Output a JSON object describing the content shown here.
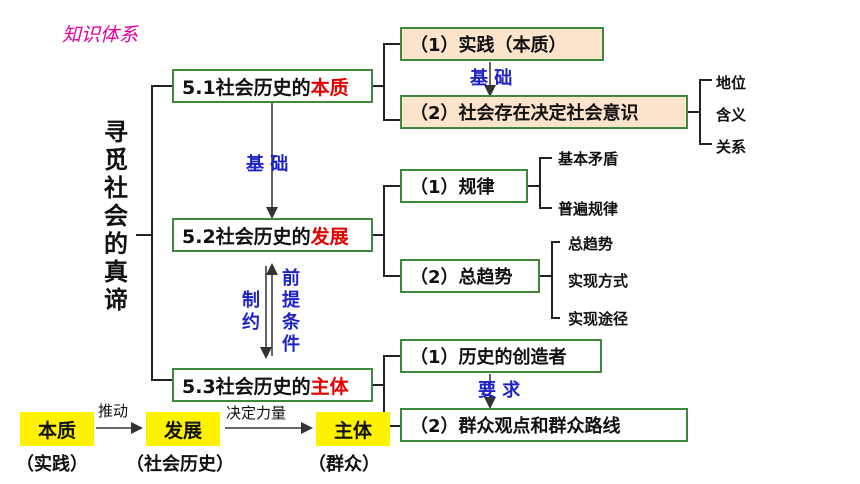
{
  "title": "知识体系",
  "root": "寻觅社会的真谛",
  "main": [
    {
      "prefix": "5.1社会历史的",
      "highlight": "本质"
    },
    {
      "prefix": "5.2社会历史的",
      "highlight": "发展"
    },
    {
      "prefix": "5.3社会历史的",
      "highlight": "主体"
    }
  ],
  "links": {
    "jichu_main": "基 础",
    "zhiyue": "制约",
    "qianti": "前提条件",
    "jichu_sub": "基 础",
    "yaoqiu": "要 求"
  },
  "sub": {
    "s1a": "（1）实践（本质）",
    "s1b": "（2）社会存在决定社会意识",
    "s2a": "（1）规律",
    "s2b": "（2）总趋势",
    "s3a": "（1）历史的创造者",
    "s3b": "（2）群众观点和群众路线"
  },
  "leaves": {
    "s1b": [
      "地位",
      "含义",
      "关系"
    ],
    "s2a": [
      "基本矛盾",
      "普遍规律"
    ],
    "s2b": [
      "总趋势",
      "实现方式",
      "实现途径"
    ]
  },
  "bottom": {
    "boxes": [
      "本质",
      "发展",
      "主体"
    ],
    "captions": [
      "（实践）",
      "（社会历史）",
      "（群众）"
    ],
    "arrows": [
      "推动",
      "决定力量"
    ]
  },
  "colors": {
    "box_border": "#3d8a3d",
    "highlight": "#e00000",
    "link": "#1d23c8",
    "title": "#e000a0",
    "yellow": "#fff200",
    "peach": "#fbe3cc"
  }
}
